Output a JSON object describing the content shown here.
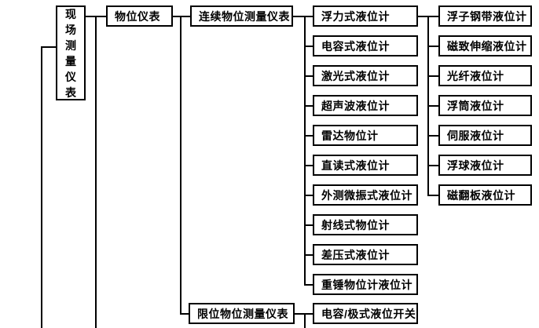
{
  "diagram": {
    "title": "field-measurement-instruments-tree",
    "colors": {
      "line": "#000000",
      "text": "#000000",
      "background": "#ffffff"
    },
    "root": {
      "label": "现场测量仪表"
    },
    "level2": {
      "label": "物位仪表"
    },
    "level3": {
      "continuous": {
        "label": "连续物位测量仪表"
      },
      "limit": {
        "label": "限位物位测量仪表"
      }
    },
    "continuous_children": [
      {
        "label": "浮力式液位计"
      },
      {
        "label": "电容式液位计"
      },
      {
        "label": "激光式液位计"
      },
      {
        "label": "超声波液位计"
      },
      {
        "label": "雷达物位计"
      },
      {
        "label": "直读式液位计"
      },
      {
        "label": "外测微振式液位计"
      },
      {
        "label": "射线式物位计"
      },
      {
        "label": "差压式液位计"
      },
      {
        "label": "重锤物位计液位计"
      }
    ],
    "limit_children": [
      {
        "label": "电容/极式液位开关"
      }
    ],
    "buoyancy_children": [
      {
        "label": "浮子钢带液位计"
      },
      {
        "label": "磁致伸缩液位计"
      },
      {
        "label": "光纤液位计"
      },
      {
        "label": "浮筒液位计"
      },
      {
        "label": "伺服液位计"
      },
      {
        "label": "浮球液位计"
      },
      {
        "label": "磁翻板液位计"
      }
    ]
  }
}
